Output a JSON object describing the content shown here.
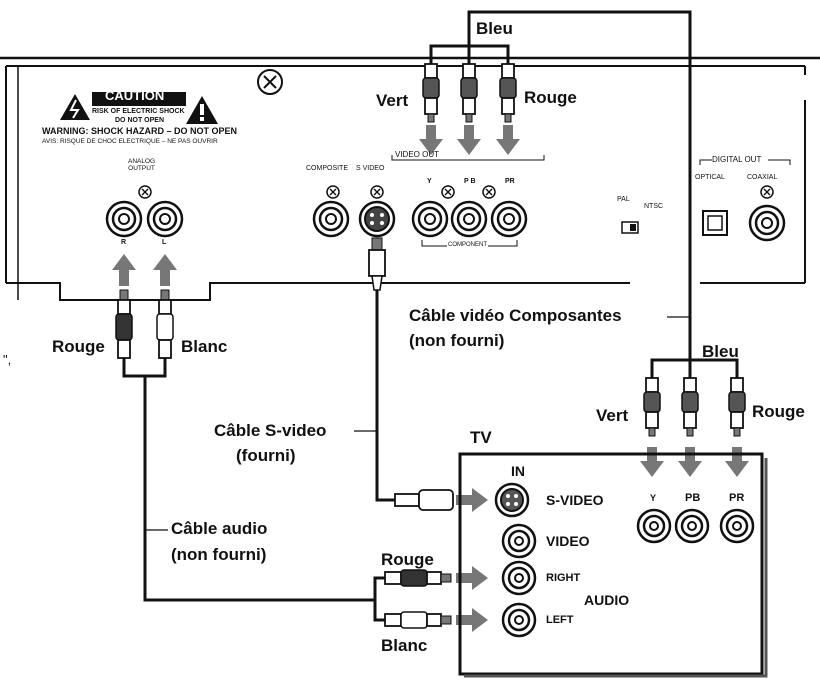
{
  "caution": {
    "title": "CAUTION",
    "line1": "RISK OF ELECTRIC SHOCK",
    "line2": "DO NOT OPEN",
    "warning_en": "WARNING: SHOCK HAZARD – DO NOT OPEN",
    "warning_fr": "AVIS: RISQUE DE CHOC ELECTRIQUE – NE PAS OUVRIR"
  },
  "player": {
    "analog_output": "ANALOG\nOUTPUT",
    "analog_r": "R",
    "analog_l": "L",
    "video_out": "VIDEO OUT",
    "composite": "COMPOSITE",
    "s_video": "S VIDEO",
    "y": "Y",
    "pb": "P B",
    "pr": "PR",
    "component": "COMPONENT",
    "pal": "PAL",
    "ntsc": "NTSC",
    "digital_out": "DIGITAL OUT",
    "optical": "OPTICAL",
    "coaxial": "COAXIAL"
  },
  "labels": {
    "bleu_top": "Bleu",
    "vert_top": "Vert",
    "rouge_top": "Rouge",
    "rouge_left": "Rouge",
    "blanc_left": "Blanc",
    "cable_component": "Câble vidéo Composantes",
    "cable_component_note": "(non fourni)",
    "bleu_right": "Bleu",
    "vert_right": "Vert",
    "rouge_right": "Rouge",
    "cable_svideo": "Câble S-video",
    "cable_svideo_note": "(fourni)",
    "cable_audio": "Câble audio",
    "cable_audio_note": "(non fourni)",
    "rouge_bottom": "Rouge",
    "blanc_bottom": "Blanc",
    "quote_mark": "\","
  },
  "tv": {
    "title": "TV",
    "in": "IN",
    "s_video": "S-VIDEO",
    "video": "VIDEO",
    "right": "RIGHT",
    "audio": "AUDIO",
    "left": "LEFT",
    "y": "Y",
    "pb": "PB",
    "pr": "PR"
  }
}
